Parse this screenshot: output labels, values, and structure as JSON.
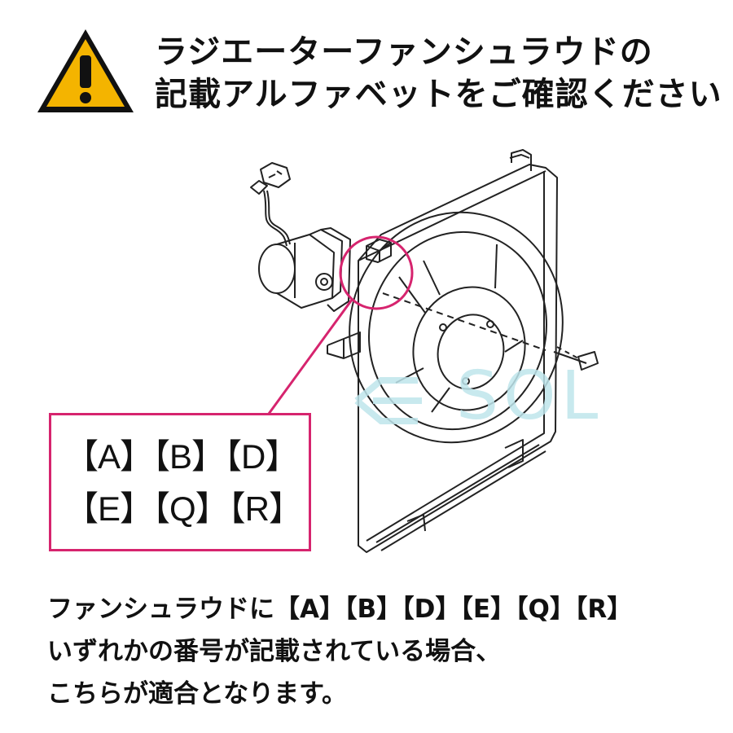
{
  "heading": {
    "line1": "ラジエーターファンシュラウドの",
    "line2": "記載アルファベットをご確認ください"
  },
  "warning_icon": {
    "name": "warning-triangle-icon",
    "fill": "#f4b400",
    "stroke": "#111111",
    "glyph": "!"
  },
  "callout": {
    "row1": "【A】【B】【D】",
    "row2": "【E】【Q】【R】",
    "border_color": "#d6246e"
  },
  "watermark": {
    "text": "SOL"
  },
  "body": {
    "line1": "ファンシュラウドに【A】【B】【D】【E】【Q】【R】",
    "line2": "いずれかの番号が記載されている場合、",
    "line3": "こちらが適合となります。"
  }
}
